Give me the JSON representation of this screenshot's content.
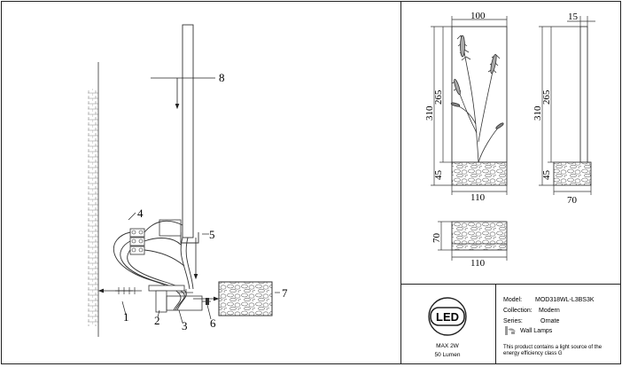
{
  "callouts": {
    "c1": "1",
    "c2": "2",
    "c3": "3",
    "c4": "4",
    "c5": "5",
    "c6": "6",
    "c7": "7",
    "c8": "8"
  },
  "dimensions": {
    "front_width": "100",
    "front_total_height": "310",
    "front_lamp_height": "265",
    "front_base_height": "45",
    "front_base_width": "110",
    "side_depth_top": "15",
    "side_total_height": "310",
    "side_lamp_height": "265",
    "side_base_height": "45",
    "side_base_depth": "70",
    "top_depth": "70",
    "top_width": "110"
  },
  "logo": {
    "text": "LED",
    "max_power": "MAX 2W",
    "lumen": "50 Lumen"
  },
  "specs": {
    "model_label": "Model:",
    "model_value": "MOD318WL-L3BS3K",
    "collection_label": "Collection:",
    "collection_value": "Modern",
    "series_label": "Series:",
    "series_value": "Ornate",
    "category": "Wall Lamps",
    "energy_note_1": "This product contains a light source of the",
    "energy_note_2": "energy efficiency class G"
  },
  "icons": {
    "wall_lamp": "wall-lamp-icon"
  }
}
